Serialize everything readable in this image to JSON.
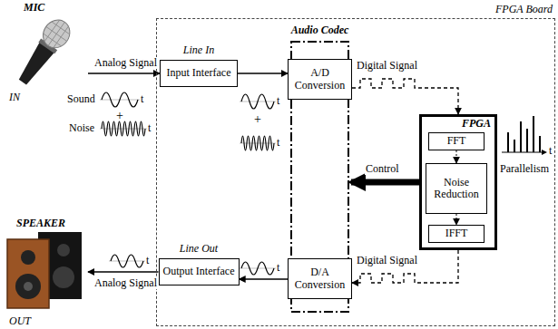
{
  "diagram": {
    "nodes": [
      {
        "text": [
          "MIC",
          "IN"
        ]
      },
      {
        "text": [
          "FPGA Board"
        ]
      },
      {
        "text": [
          "Line In",
          "Input Interface"
        ],
        "in": 1
      },
      {
        "text": [
          "Audio Codec"
        ],
        "in": 1
      },
      {
        "text": [
          "A/D Conversion"
        ],
        "in": 3
      },
      {
        "text": [
          "FPGA"
        ],
        "in": 1
      },
      {
        "text": [
          "FFT"
        ],
        "in": 5
      },
      {
        "text": [
          "Noise Reduction"
        ],
        "in": 5
      },
      {
        "text": [
          "IFFT"
        ],
        "in": 5
      },
      {
        "text": [
          "D/A Conversion"
        ],
        "in": 3
      },
      {
        "text": [
          "Line Out",
          "Output Interface"
        ],
        "in": 1
      },
      {
        "text": [
          "SPEAKER",
          "OUT"
        ]
      }
    ],
    "edges": [
      {
        "from": 0,
        "to": 2,
        "label": "Analog Signal",
        "arrow": "to"
      },
      {
        "from": 2,
        "to": 4,
        "arrow": "to"
      },
      {
        "from": 4,
        "to": 5,
        "label": "Digital Signal",
        "arrow": "to"
      },
      {
        "from": 6,
        "to": 7,
        "arrow": "to"
      },
      {
        "from": 7,
        "to": 8,
        "arrow": "to"
      },
      {
        "from": 5,
        "to": 9,
        "label": "Digital Signal",
        "arrow": "to"
      },
      {
        "from": 5,
        "to": 3,
        "label": "Control",
        "arrow": "to"
      },
      {
        "from": 9,
        "to": 10,
        "arrow": "to"
      },
      {
        "from": 10,
        "to": 11,
        "label": "Analog Signal",
        "arrow": "to"
      }
    ],
    "labels": [
      "Sound",
      "t",
      "+",
      "Noise",
      "t",
      "t",
      "+",
      "t",
      "Parallelism",
      "t",
      "t",
      "t"
    ]
  }
}
